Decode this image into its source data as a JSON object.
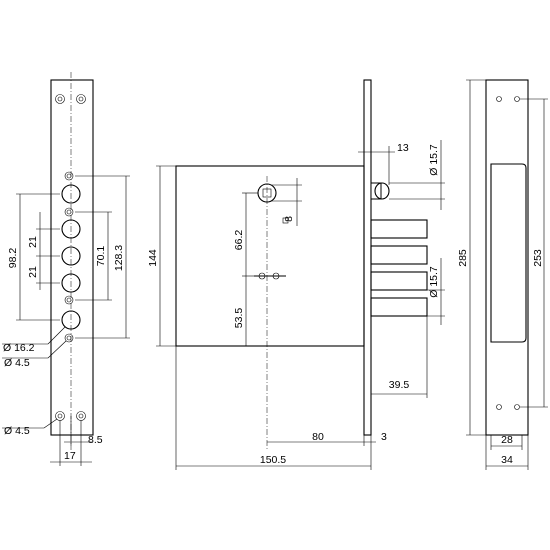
{
  "dimensions": {
    "d98_2": "98.2",
    "d21a": "21",
    "d21b": "21",
    "d70_1": "70.1",
    "d128_3": "128.3",
    "d16_2": "Ø 16.2",
    "d4_5a": "Ø 4.5",
    "d4_5b": "Ø 4.5",
    "d8_5": "8.5",
    "d17": "17",
    "d144": "144",
    "d66_2": "66.2",
    "d53_5": "53.5",
    "d8sq": "8",
    "d13": "13",
    "d15_7a": "Ø 15.7",
    "d15_7b": "Ø 15.7",
    "d39_5": "39.5",
    "d80": "80",
    "d3": "3",
    "d150_5": "150.5",
    "d285": "285",
    "d253": "253",
    "d28": "28",
    "d34": "34"
  }
}
